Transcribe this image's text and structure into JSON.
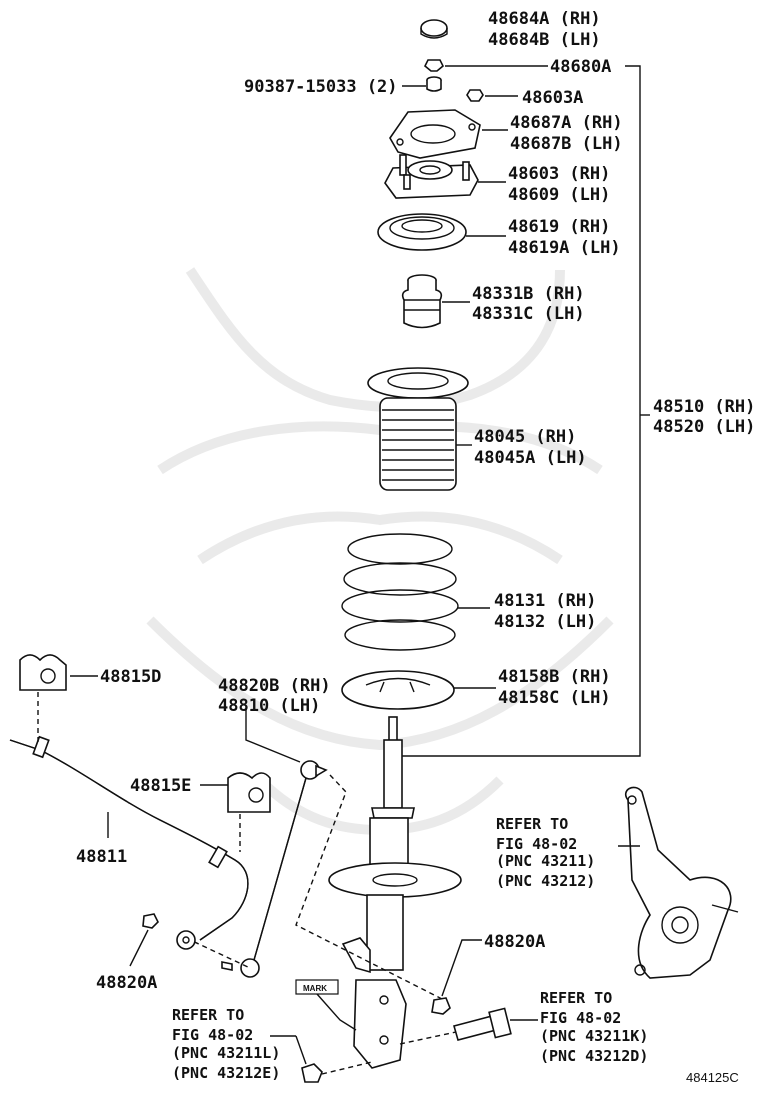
{
  "labels": {
    "p48684": [
      "48684A (RH)",
      "48684B (LH)"
    ],
    "p48680": "48680A",
    "p90387": "90387-15033 (2)",
    "p48603a": "48603A",
    "p48687": [
      "48687A (RH)",
      "48687B (LH)"
    ],
    "p48603": [
      "48603 (RH)",
      "48609 (LH)"
    ],
    "p48619": [
      "48619 (RH)",
      "48619A (LH)"
    ],
    "p48331": [
      "48331B (RH)",
      "48331C (LH)"
    ],
    "p48510": [
      "48510 (RH)",
      "48520 (LH)"
    ],
    "p48045": [
      "48045 (RH)",
      "48045A (LH)"
    ],
    "p48131": [
      "48131 (RH)",
      "48132 (LH)"
    ],
    "p48815d": "48815D",
    "p48820b": [
      "48820B (RH)",
      "48810 (LH)"
    ],
    "p48158": [
      "48158B (RH)",
      "48158C (LH)"
    ],
    "p48815e": "48815E",
    "p48811": "48811",
    "refer_knuckle": [
      "REFER TO",
      "FIG 48-02",
      "(PNC 43211)",
      "(PNC 43212)"
    ],
    "p48820a_right": "48820A",
    "p48820a_left": "48820A",
    "mark": "MARK",
    "refer_bolt": [
      "REFER TO",
      "FIG 48-02",
      "(PNC 43211K)",
      "(PNC 43212D)"
    ],
    "refer_nut": [
      "REFER TO",
      "FIG 48-02",
      "(PNC 43211L)",
      "(PNC 43212E)"
    ],
    "diagram_code": "484125C"
  }
}
